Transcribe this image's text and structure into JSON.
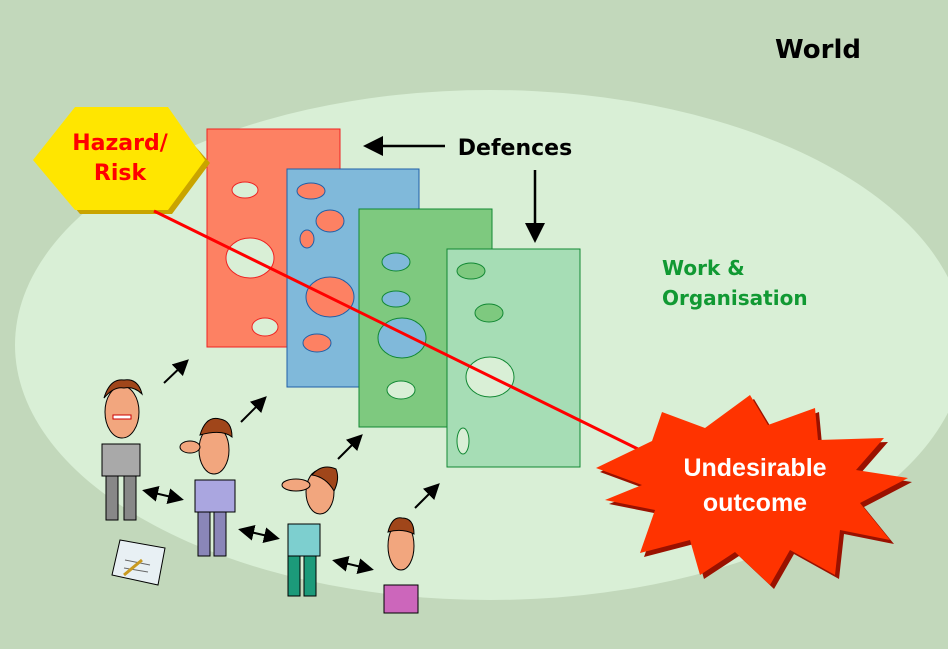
{
  "title": "World",
  "hazard": {
    "line1": "Hazard/",
    "line2": "Risk"
  },
  "defences_label": "Defences",
  "context_label": {
    "line1": "Work &",
    "line2": "Organisation"
  },
  "outcome": {
    "line1": "Undesirable",
    "line2": "outcome"
  },
  "colors": {
    "background": "#c2d8bb",
    "ellipse": "#d9efd6",
    "hazard_fill": "#ffe600",
    "hazard_text": "#ff0000",
    "trajectory": "#ff0000",
    "slice1": "#fd8163",
    "slice2": "#80b9da",
    "slice3": "#7ec97f",
    "slice4": "#a6ddb5",
    "context_text": "#119933",
    "outcome_fill": "#ff3300",
    "outcome_text": "#ffffff"
  },
  "defence_layers": [
    {
      "name": "defence-layer-1"
    },
    {
      "name": "defence-layer-2"
    },
    {
      "name": "defence-layer-3"
    },
    {
      "name": "defence-layer-4"
    }
  ],
  "people": [
    {
      "name": "person-1"
    },
    {
      "name": "person-2"
    },
    {
      "name": "person-3"
    },
    {
      "name": "person-4"
    }
  ]
}
